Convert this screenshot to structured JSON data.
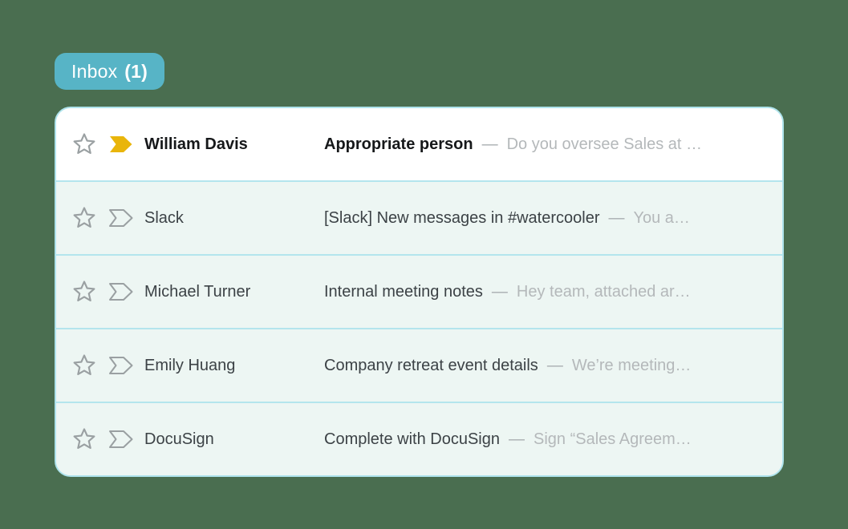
{
  "badge": {
    "label": "Inbox",
    "count": "(1)"
  },
  "colors": {
    "background_green": "#4a6e50",
    "badge_teal": "#57b4c6",
    "card_border_cyan": "#aee3ec",
    "row_separator_cyan": "#b4e5ed",
    "row_read_background": "#edf6f3",
    "row_unread_background": "#ffffff",
    "unread_tag_yellow": "#e9b50b",
    "icon_gray": "#9aa0a2",
    "snippet_gray": "#b4b8ba"
  },
  "inbox": {
    "separator": "—",
    "rows": [
      {
        "sender": "William Davis",
        "subject": "Appropriate person",
        "snippet": "Do you oversee Sales at …",
        "unread": true
      },
      {
        "sender": "Slack",
        "subject": "[Slack] New messages in #watercooler",
        "snippet": "You a…",
        "unread": false
      },
      {
        "sender": "Michael Turner",
        "subject": "Internal meeting notes",
        "snippet": "Hey team, attached ar…",
        "unread": false
      },
      {
        "sender": "Emily Huang",
        "subject": "Company retreat event details",
        "snippet": "We’re meeting…",
        "unread": false
      },
      {
        "sender": "DocuSign",
        "subject": "Complete with DocuSign",
        "snippet": "Sign “Sales Agreem…",
        "unread": false
      }
    ]
  }
}
